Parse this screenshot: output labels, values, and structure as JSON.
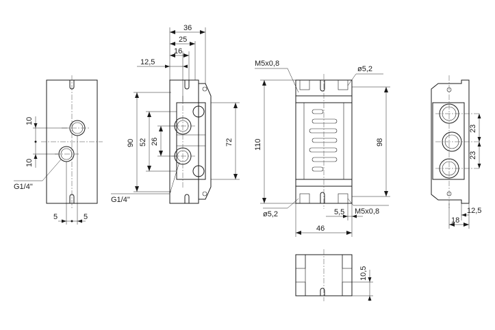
{
  "dims": {
    "v1_10a": "10",
    "v1_10b": "10",
    "v1_g": "G1/4\"",
    "v1_5a": "5",
    "v1_5b": "5",
    "v2_36": "36",
    "v2_25": "25",
    "v2_16": "16",
    "v2_125": "12,5",
    "v2_90": "90",
    "v2_52": "52",
    "v2_26": "26",
    "v2_72": "72",
    "v2_g": "G1/4\"",
    "v3_m5_top": "M5x0,8",
    "v3_d52_top": "ø5,2",
    "v3_110": "110",
    "v3_98": "98",
    "v3_d52_bot": "ø5,2",
    "v3_55": "5,5",
    "v3_m5_bot": "M5x0,8",
    "v3_46": "46",
    "v4_23a": "23",
    "v4_23b": "23",
    "v4_125": "12,5",
    "v4_18": "18",
    "v5_105": "10,5"
  }
}
